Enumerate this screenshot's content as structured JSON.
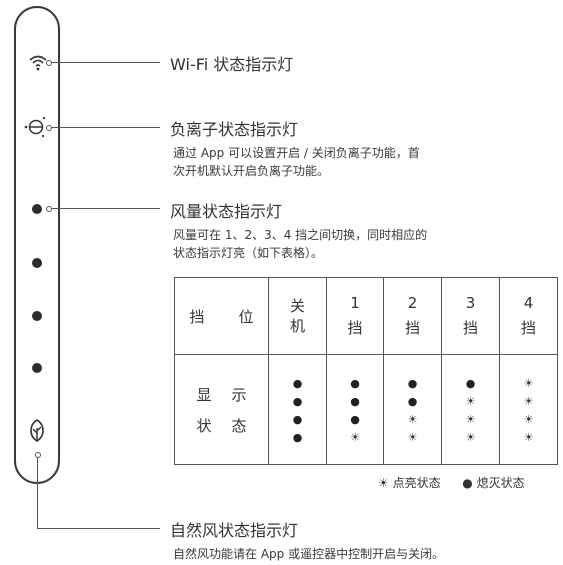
{
  "labels": {
    "wifi": {
      "title": "Wi-Fi 状态指示灯"
    },
    "ion": {
      "title": "负离子状态指示灯",
      "desc": [
        "通过 App 可以设置开启 / 关闭负离子功能，首",
        "次开机默认开启负离子功能。"
      ]
    },
    "fan": {
      "title": "风量状态指示灯",
      "desc": [
        "风量可在 1、2、3、4 挡之间切换，同时相应的",
        "状态指示灯亮（如下表格）。"
      ]
    },
    "natural": {
      "title": "自然风状态指示灯",
      "desc": [
        "自然风功能请在 App 或遥控器中控制开启与关闭。"
      ]
    }
  },
  "icons": {
    "wifi": "wifi-icon",
    "ion": "ion-icon",
    "leaf": "leaf-icon",
    "lit": "sun-glyph",
    "off": "dot-glyph"
  },
  "table": {
    "corner": {
      "a": "挡",
      "b": "位"
    },
    "row_label": {
      "a": "显",
      "b": "示",
      "c": "状",
      "d": "态"
    },
    "columns": [
      {
        "label": [
          "关",
          "机"
        ],
        "lights": [
          "off",
          "off",
          "off",
          "off"
        ]
      },
      {
        "label": [
          "1",
          "挡"
        ],
        "lights": [
          "off",
          "off",
          "off",
          "lit"
        ]
      },
      {
        "label": [
          "2",
          "挡"
        ],
        "lights": [
          "off",
          "off",
          "lit",
          "lit"
        ]
      },
      {
        "label": [
          "3",
          "挡"
        ],
        "lights": [
          "off",
          "lit",
          "lit",
          "lit"
        ]
      },
      {
        "label": [
          "4",
          "挡"
        ],
        "lights": [
          "lit",
          "lit",
          "lit",
          "lit"
        ]
      }
    ]
  },
  "legend": {
    "lit_glyph": "☀",
    "lit_label": "点亮状态",
    "off_glyph": "●",
    "off_label": "熄灭状态"
  }
}
